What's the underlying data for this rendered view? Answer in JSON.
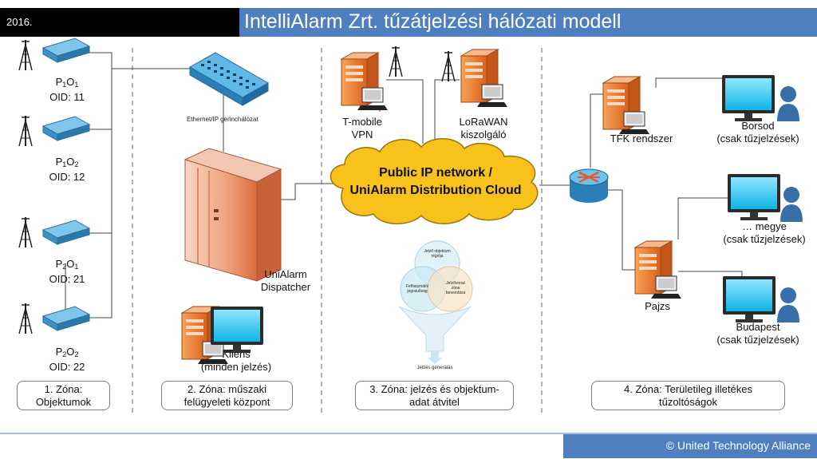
{
  "header": {
    "year": "2016.",
    "title": "IntelliAlarm Zrt. tűzátjelzési hálózati modell"
  },
  "footer": {
    "copyright": "© United Technology Alliance"
  },
  "objects": [
    {
      "name": "P",
      "sub1": "1",
      "mid": "O",
      "sub2": "1",
      "oid": "OID: 11"
    },
    {
      "name": "P",
      "sub1": "1",
      "mid": "O",
      "sub2": "2",
      "oid": "OID: 12"
    },
    {
      "name": "P",
      "sub1": "2",
      "mid": "O",
      "sub2": "1",
      "oid": "OID: 21"
    },
    {
      "name": "P",
      "sub1": "2",
      "mid": "O",
      "sub2": "2",
      "oid": "OID: 22"
    }
  ],
  "switch_label": "Ethernet/IP gerinchálózat",
  "dispatcher": {
    "line1": "UniAlarm",
    "line2": "Dispatcher"
  },
  "client": {
    "line1": "Kliens",
    "line2": "(minden jelzés)"
  },
  "tmobile": {
    "line1": "T-mobile",
    "line2": "VPN"
  },
  "lorawan": {
    "line1": "LoRaWAN",
    "line2": "kiszolgáló"
  },
  "cloud": {
    "line1": "Public IP network /",
    "line2": "UniAlarm Distribution Cloud"
  },
  "venn": {
    "circle1": [
      "Jelző objektum",
      "régiója"
    ],
    "circle2": [
      "Felhasználói",
      "jogosultság"
    ],
    "circle3": [
      "Jelzővonal",
      "zóna",
      "besorolása"
    ],
    "output": "Jelzés generálás"
  },
  "tfk": "TFK rendszer",
  "pajzs": "Pajzs",
  "displays": [
    {
      "line1": "Borsod",
      "line2": "(csak tűzjelzések)"
    },
    {
      "line1": "… megye",
      "line2": "(csak tűzjelzések)"
    },
    {
      "line1": "Budapest",
      "line2": "(csak tűzjelzések)"
    }
  ],
  "zones": [
    {
      "line1": "1. Zóna:",
      "line2": "Objektumok"
    },
    {
      "line1": "2. Zóna: műszaki",
      "line2": "felügyeleti központ"
    },
    {
      "line1": "3. Zóna: jelzés és objektum-",
      "line2": "adat átvitel"
    },
    {
      "line1": "4. Zóna: Területileg illetékes",
      "line2": "tűzoltóságok"
    }
  ],
  "colors": {
    "title_bar": "#4f7fbf",
    "server_orange": "#e8752a",
    "cloud_yellow": "#f8c21c",
    "device_blue": "#4aa3d6",
    "monitor_cyan": "#19c3f0",
    "person_blue": "#3a6ea8"
  }
}
